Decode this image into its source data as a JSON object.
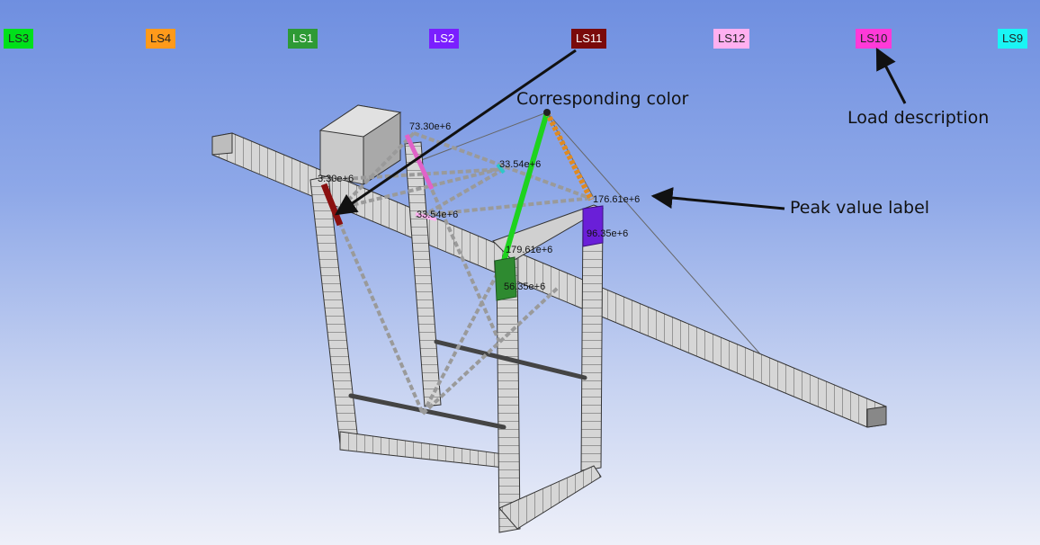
{
  "legend": {
    "items": [
      {
        "label": "LS3",
        "color": "#00e01a",
        "text_color": "#222222"
      },
      {
        "label": "LS4",
        "color": "#ff9a1a",
        "text_color": "#222222"
      },
      {
        "label": "LS1",
        "color": "#2e9a35",
        "text_color": "#ffffff"
      },
      {
        "label": "LS2",
        "color": "#7a1fff",
        "text_color": "#ffffff"
      },
      {
        "label": "LS11",
        "color": "#7a0a0a",
        "text_color": "#ffffff"
      },
      {
        "label": "LS12",
        "color": "#ffb0f0",
        "text_color": "#222222"
      },
      {
        "label": "LS10",
        "color": "#ff3ad8",
        "text_color": "#222222"
      },
      {
        "label": "LS9",
        "color": "#1af5f5",
        "text_color": "#222222"
      }
    ]
  },
  "annotations": {
    "corresponding_color": "Corresponding color",
    "load_description": "Load description",
    "peak_value_label": "Peak value label"
  },
  "peak_labels": {
    "p1": "73.30e+6",
    "p2": "33.54e+6",
    "p3": "176.61e+6",
    "p4": "96.35e+6",
    "p5": "33.54e+6",
    "p6": "179.61e+6",
    "p7": "56.35e+6",
    "p8": "3.30e+6"
  },
  "member_colors": {
    "ls1_column": "#2e8a30",
    "ls2_column": "#6a1fd8",
    "ls3_brace": "#1ed31e",
    "ls4_brace": "#e08a20",
    "ls11_brace": "#8a1010",
    "ls10_brace": "#e063c8",
    "ls9_brace": "#2ec8c8"
  }
}
